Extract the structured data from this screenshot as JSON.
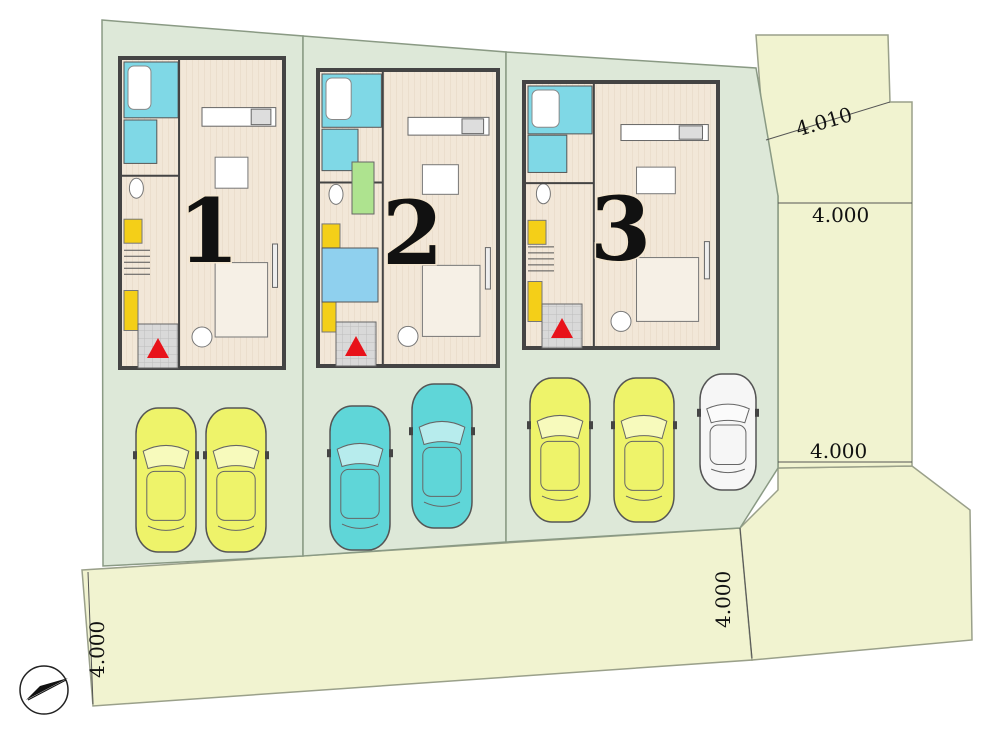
{
  "lots": [
    {
      "number": "1"
    },
    {
      "number": "2"
    },
    {
      "number": "3"
    }
  ],
  "road_widths": {
    "top_right": "4.010",
    "right_upper": "4.000",
    "right_lower": "4.000",
    "bottom_vertical": "4.000",
    "left_vertical": "4.000"
  },
  "colors": {
    "lot": "#dde8d8",
    "road": "#f1f3d0",
    "car_yellow": "#eef36a",
    "car_cyan": "#5fd6d8",
    "car_white": "#f6f6f6",
    "floor": "#f1e6d6",
    "water": "#7fd8e6",
    "closet": "#f4cf18",
    "entry_marker": "#e8121a"
  }
}
